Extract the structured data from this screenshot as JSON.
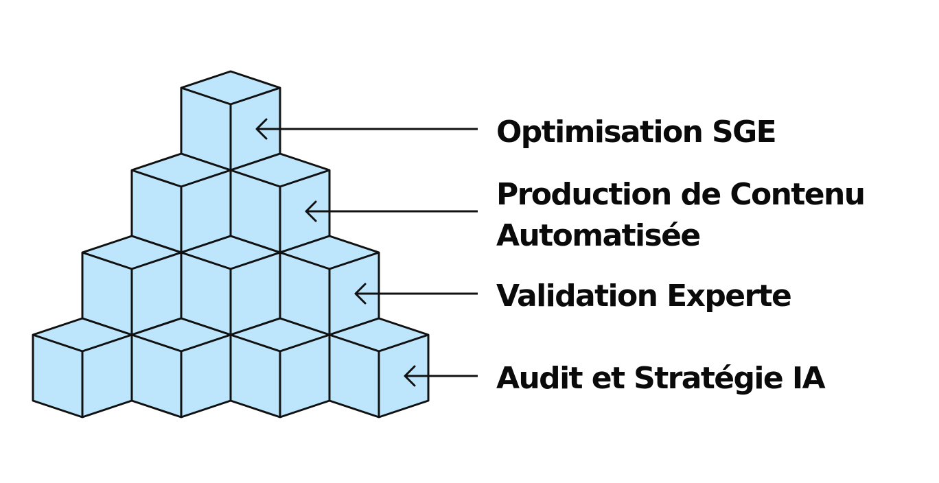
{
  "diagram": {
    "colors": {
      "cube_fill": "#BDE5FB",
      "stroke": "#111111",
      "text": "#0A0A0A",
      "background": "#FFFFFF"
    },
    "layers": [
      {
        "level": 4,
        "cubes": 1,
        "lines": [
          "Optimisation SGE"
        ]
      },
      {
        "level": 3,
        "cubes": 2,
        "lines": [
          "Production de Contenu",
          "Automatisée"
        ]
      },
      {
        "level": 2,
        "cubes": 3,
        "lines": [
          "Validation Experte"
        ]
      },
      {
        "level": 1,
        "cubes": 4,
        "lines": [
          "Audit et Stratégie IA"
        ]
      }
    ],
    "arrow_icon": "left-arrow-icon",
    "cube_icon": "isometric-cube-icon"
  }
}
